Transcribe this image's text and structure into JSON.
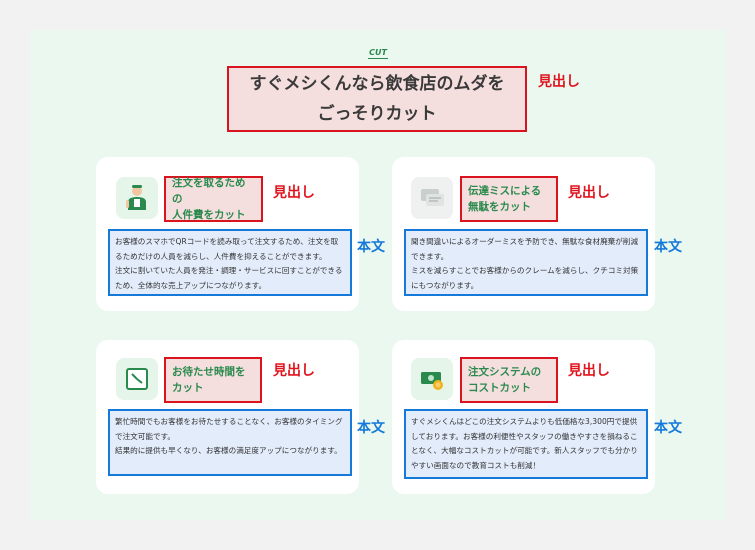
{
  "section": {
    "cut_label": "CUT",
    "main_heading": "すぐメシくんなら飲食店のムダをごっそりカット",
    "main_heading_line1": "すぐメシくんなら飲食店のムダを",
    "main_heading_line2": "ごっそりカット",
    "heading_annotation": "見出し"
  },
  "annotations": {
    "heading": "見出し",
    "body": "本文"
  },
  "cards": [
    {
      "icon": "staff-person-icon",
      "heading_line1": "注文を取るための",
      "heading_line2": "人件費をカット",
      "body": "お客様のスマホでQRコードを読み取って注文するため、注文を取るためだけの人員を減らし、人件費を抑えることができます。\n注文に割いていた人員を発注・調理・サービスに回すことができるため、全体的な売上アップにつながります。"
    },
    {
      "icon": "message-icon",
      "heading_line1": "伝達ミスによる",
      "heading_line2": "無駄をカット",
      "body": "聞き間違いによるオーダーミスを予防でき、無駄な食材廃棄が削減できます。\nミスを減らすことでお客様からのクレームを減らし、クチコミ対策にもつながります。"
    },
    {
      "icon": "clock-icon",
      "heading_line1": "お待たせ時間を",
      "heading_line2": "カット",
      "body": "繁忙時間でもお客様をお待たせすることなく、お客様のタイミングで注文可能です。\n結果的に提供も早くなり、お客様の満足度アップにつながります。"
    },
    {
      "icon": "money-icon",
      "heading_line1": "注文システムの",
      "heading_line2": "コストカット",
      "body": "すぐメシくんはどこの注文システムよりも低価格な3,300円で提供しております。お客様の利便性やスタッフの働きやすさを損ねることなく、大幅なコストカットが可能です。新人スタッフでも分かりやすい画面なので教育コストも削減！"
    }
  ],
  "colors": {
    "panel_bg": "#eaf8ef",
    "heading_border": "#d9141e",
    "body_border": "#1479d9",
    "accent_green": "#2a8a4e"
  }
}
